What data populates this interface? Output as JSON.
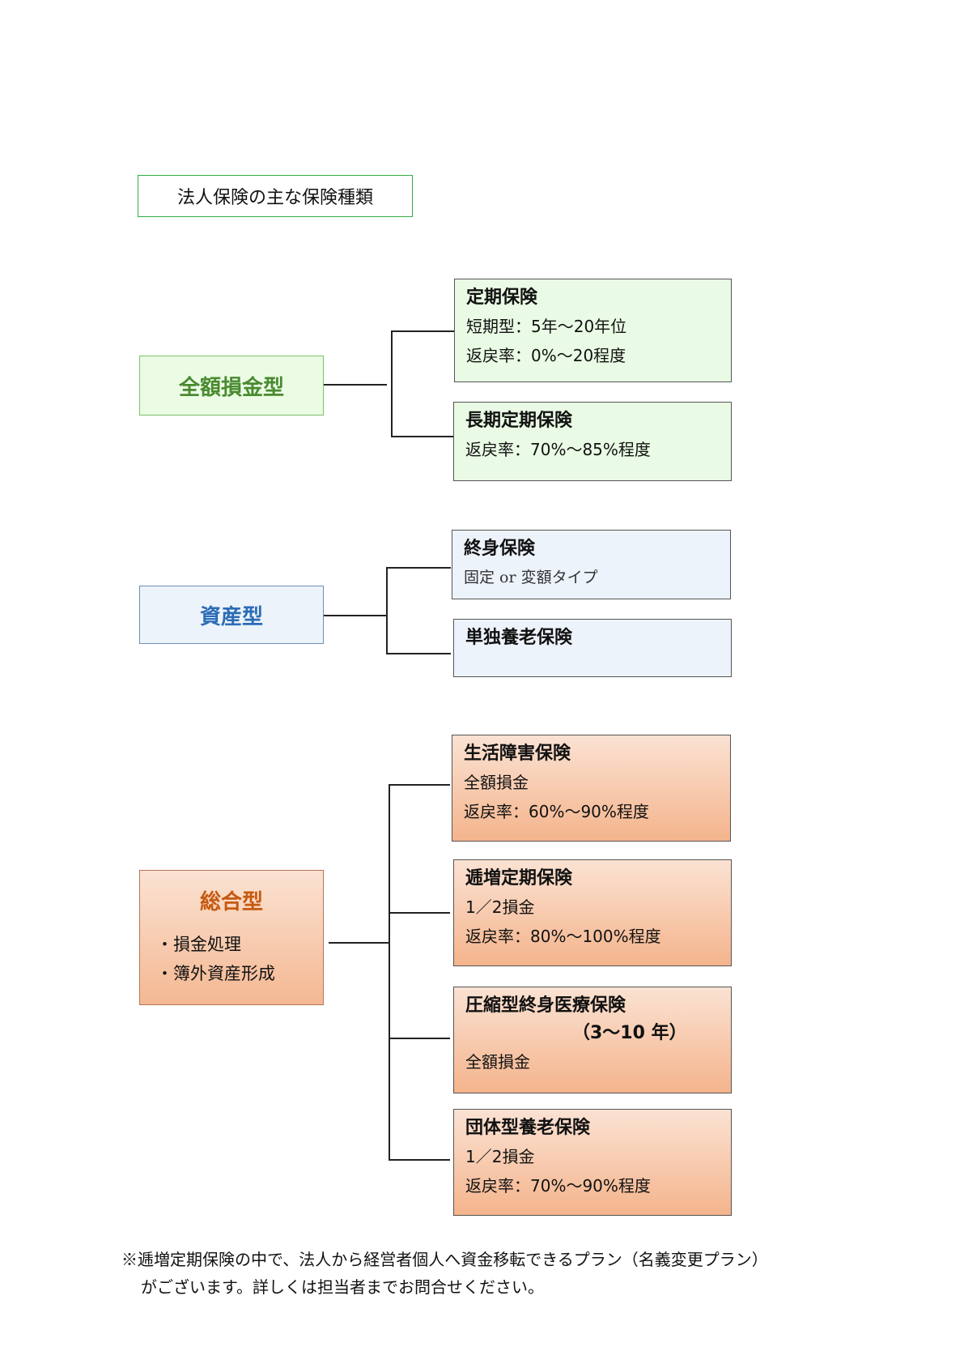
{
  "title": "法人保険の主な保険種類",
  "categories": [
    {
      "name": "全額損金型",
      "notes": [],
      "items": [
        {
          "title": "定期保険",
          "lines": [
            "短期型：5年～20年位",
            "返戻率：0%～20程度"
          ]
        },
        {
          "title": "長期定期保険",
          "lines": [
            "返戻率：70%～85%程度"
          ]
        }
      ]
    },
    {
      "name": "資産型",
      "notes": [],
      "items": [
        {
          "title": "終身保険",
          "lines": [
            "固定 or 変額タイプ"
          ]
        },
        {
          "title": "単独養老保険",
          "lines": []
        }
      ]
    },
    {
      "name": "総合型",
      "notes": [
        "損金処理",
        "簿外資産形成"
      ],
      "items": [
        {
          "title": "生活障害保険",
          "lines": [
            "全額損金",
            "返戻率：60%～90%程度"
          ]
        },
        {
          "title": "逓増定期保険",
          "lines": [
            "1／2損金",
            "返戻率：80%～100%程度"
          ]
        },
        {
          "title": "圧縮型終身医療保険",
          "subtitle": "（3～10 年）",
          "lines": [
            "全額損金"
          ]
        },
        {
          "title": "団体型養老保険",
          "lines": [
            "1／2損金",
            "返戻率：70%～90%程度"
          ]
        }
      ]
    }
  ],
  "footnote": {
    "line1": "※逓増定期保険の中で、法人から経営者個人へ資金移転できるプラン（名義変更プラン）",
    "line2": "がございます。詳しくは担当者までお問合せください。"
  },
  "colors": {
    "title_border": "#33aa44",
    "green_title": "#4a8a30",
    "blue_title": "#2b6cb5",
    "orange_title": "#c55a11"
  }
}
